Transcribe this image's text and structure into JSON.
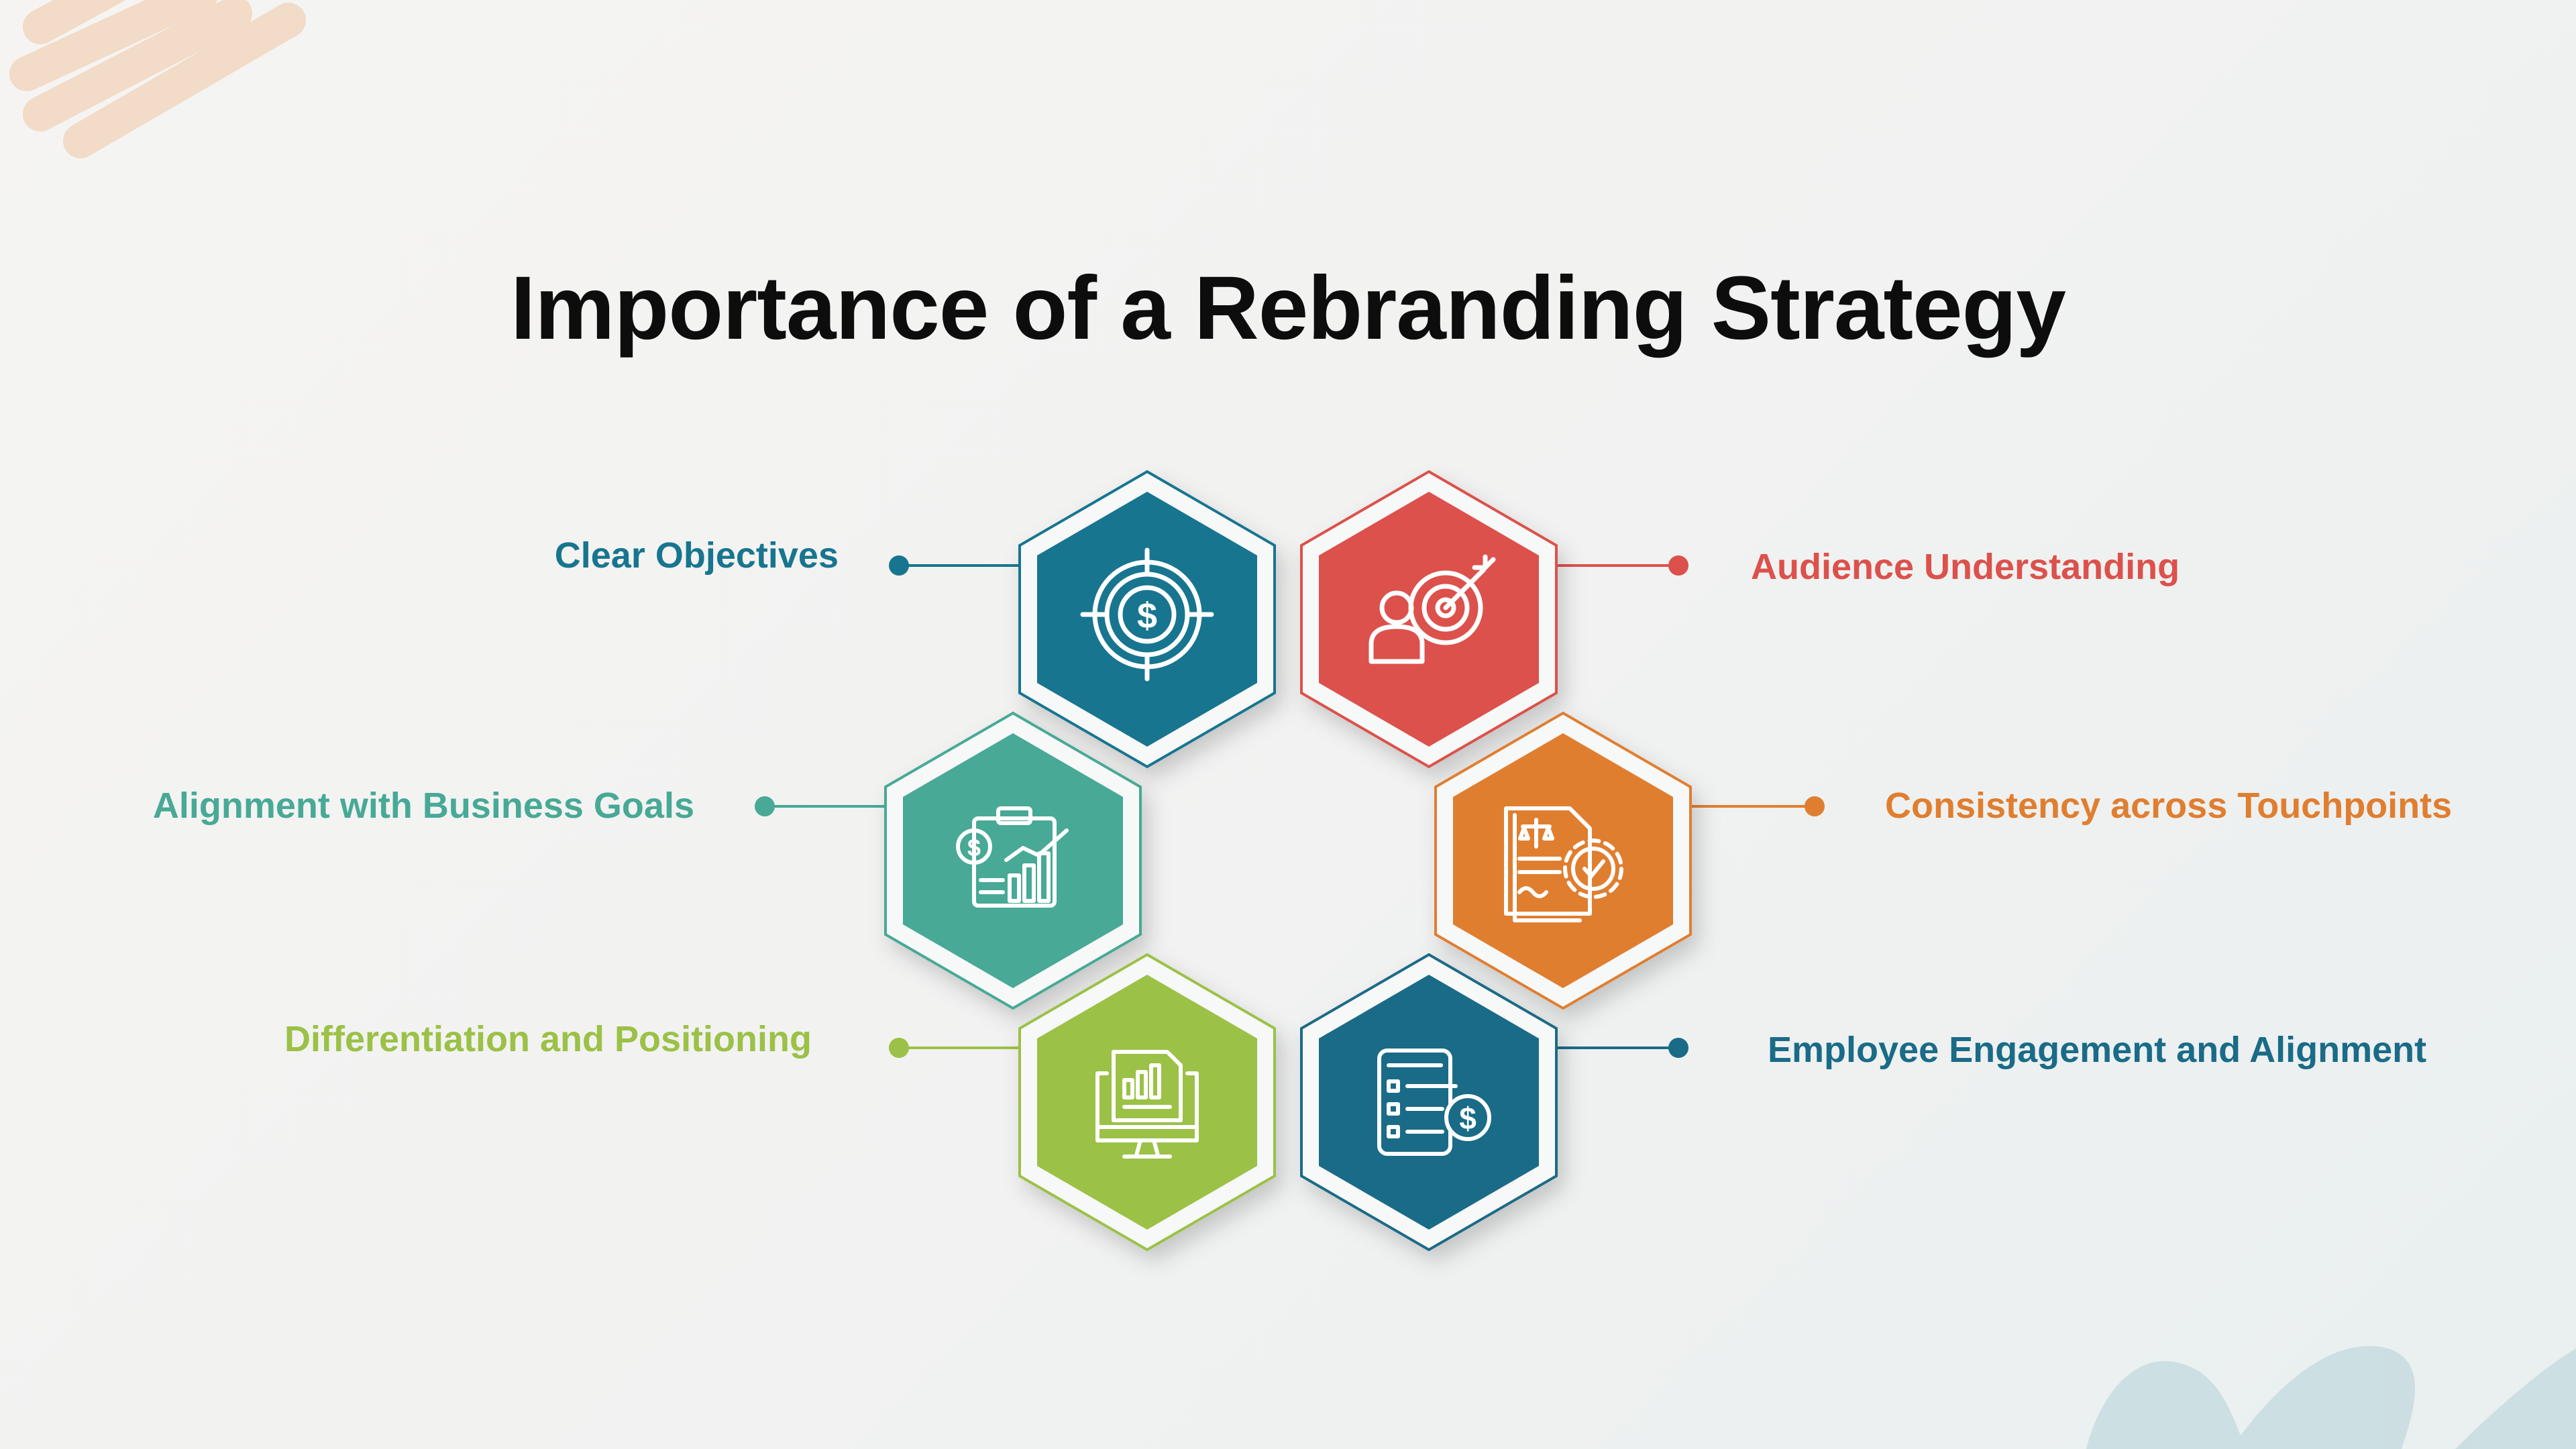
{
  "title": "Importance of a Rebranding Strategy",
  "colors": {
    "teal_blue": "#18758f",
    "red": "#dc514c",
    "green_teal": "#47a996",
    "orange": "#e07e30",
    "lime": "#9bc146",
    "navy_teal": "#1a6b87"
  },
  "items": [
    {
      "label": "Clear Objectives",
      "color": "#18758f",
      "icon": "target-dollar-icon"
    },
    {
      "label": "Audience Understanding",
      "color": "#dc514c",
      "icon": "person-target-icon"
    },
    {
      "label": "Alignment with Business Goals",
      "color": "#47a996",
      "icon": "financial-report-icon"
    },
    {
      "label": "Consistency across Touchpoints",
      "color": "#e07e30",
      "icon": "legal-document-gear-icon"
    },
    {
      "label": "Differentiation and Positioning",
      "color": "#9bc146",
      "icon": "monitor-report-icon"
    },
    {
      "label": "Employee Engagement and Alignment",
      "color": "#1a6b87",
      "icon": "checklist-dollar-icon"
    }
  ]
}
